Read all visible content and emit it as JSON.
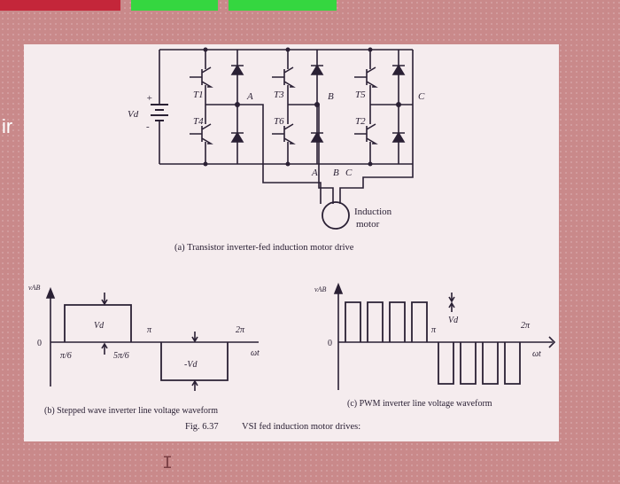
{
  "window": {
    "side_text": "ir"
  },
  "circuit": {
    "supply_label": "Vd",
    "plus": "+",
    "minus": "-",
    "transistors_top": [
      "T1",
      "T3",
      "T5"
    ],
    "transistors_bottom": [
      "T4",
      "T6",
      "T2"
    ],
    "phase_labels": [
      "A",
      "B",
      "C"
    ],
    "motor_label_1": "Induction",
    "motor_label_2": "motor",
    "caption": "(a) Transistor inverter-fed induction motor drive"
  },
  "stepped": {
    "y_label": "vAB",
    "zero": "0",
    "pulse_label": "Vd",
    "neg_pulse_label": "-Vd",
    "pi": "π",
    "two_pi": "2π",
    "wt": "ωt",
    "tick_pi6": "π/6",
    "tick_5pi6": "5π/6",
    "caption": "(b) Stepped wave inverter line voltage waveform"
  },
  "pwm": {
    "y_label": "vAB",
    "zero": "0",
    "pi": "π",
    "vd": "Vd",
    "two_pi": "2π",
    "wt": "ωt",
    "caption": "(c) PWM inverter line voltage waveform"
  },
  "figure": {
    "number": "Fig. 6.37",
    "title": "VSI fed induction motor drives:"
  },
  "colors": {
    "ink": "#2a2034",
    "paper": "#f5ecee",
    "background": "#c9898a"
  }
}
